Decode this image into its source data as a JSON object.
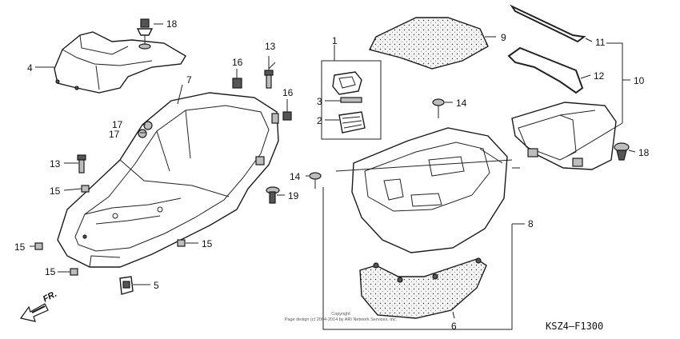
{
  "diagram": {
    "code": "KSZ4–F1300",
    "direction_arrow": "FR.",
    "copyright_line1": "Copyright",
    "copyright_line2": "Page design (c) 2004-2014 by ARI Network Services, Inc.",
    "callouts": [
      "18",
      "4",
      "13",
      "16",
      "7",
      "16",
      "17",
      "17",
      "13",
      "15",
      "19",
      "15",
      "15",
      "15",
      "5",
      "1",
      "3",
      "2",
      "14",
      "14",
      "9",
      "11",
      "12",
      "10",
      "8",
      "18",
      "6"
    ]
  }
}
